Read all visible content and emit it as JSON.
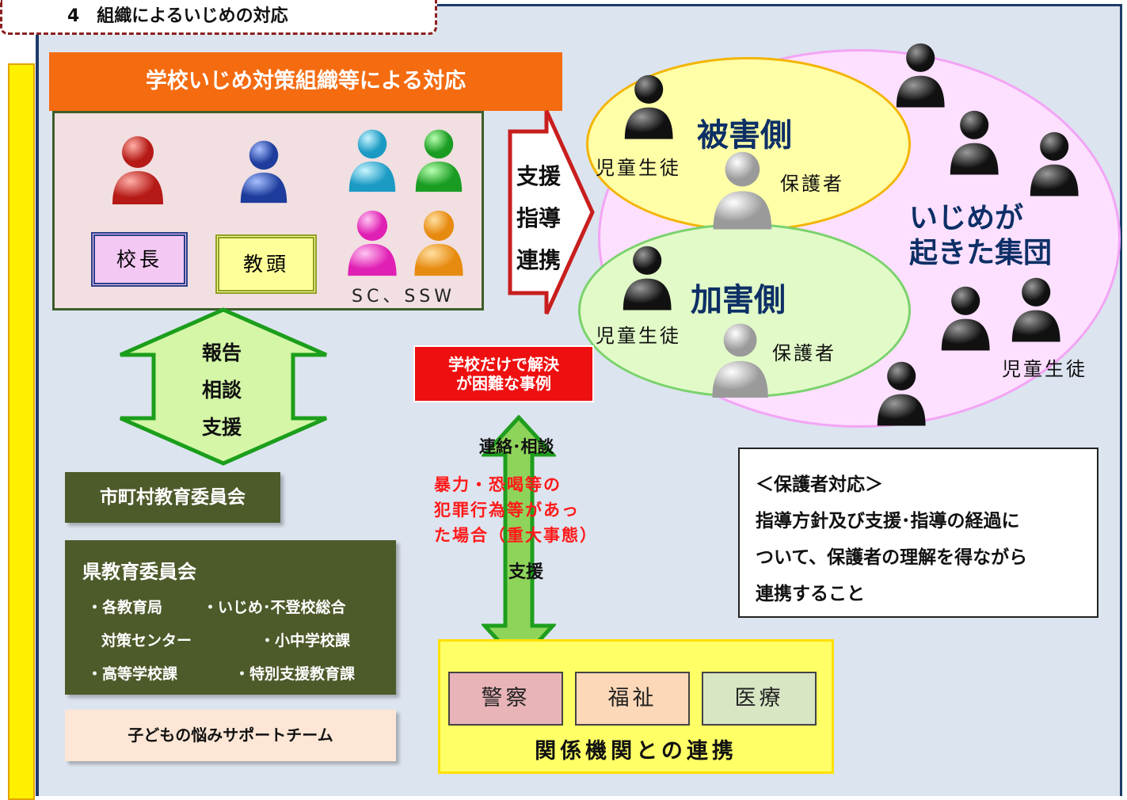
{
  "title": "4　組織によるいじめの対応",
  "school_org": {
    "header": "学校いじめ対策組織等による対応",
    "principal": "校長",
    "vice_principal": "教頭",
    "sc_ssw": "SC、SSW"
  },
  "support_arrow": {
    "lines": [
      "支援",
      "指導",
      "連携"
    ]
  },
  "report_arrow": {
    "lines": [
      "報告",
      "相談",
      "支援"
    ]
  },
  "difficult_case": {
    "line1": "学校だけで解決",
    "line2": "が困難な事例"
  },
  "contact_label": "連絡･相談",
  "support_label": "支援",
  "serious_case": {
    "line1": "暴力・恐喝等の",
    "line2": "犯罪行為等があっ",
    "line3": "た場合（重大事態）"
  },
  "bullying_group": {
    "victim_title": "被害側",
    "offender_title": "加害側",
    "student": "児童生徒",
    "guardian": "保護者",
    "group_title_line1": "いじめが",
    "group_title_line2": "起きた集団",
    "group_student": "児童生徒"
  },
  "municipal_board": "市町村教育委員会",
  "prefectural_board": {
    "title": "県教育委員会",
    "row1_a": "・各教育局",
    "row1_b": "・いじめ･不登校総合",
    "row2_a": "対策センター",
    "row2_b": "・小中学校課",
    "row3_a": "・高等学校課",
    "row3_b": "・特別支援教育課"
  },
  "support_team": "子どもの悩みサポートチーム",
  "guardian_response": {
    "heading": "＜保護者対応＞",
    "line1": "指導方針及び支援･指導の経過に",
    "line2": "ついて、保護者の理解を得ながら",
    "line3": "連携すること"
  },
  "agencies": {
    "police": "警察",
    "welfare": "福祉",
    "medical": "医療",
    "footer": "関係機関との連携"
  },
  "colors": {
    "orange_header": "#f46b10",
    "dark_green": "#4d5a2a",
    "red": "#ee1010",
    "navy": "#0d2f66"
  }
}
